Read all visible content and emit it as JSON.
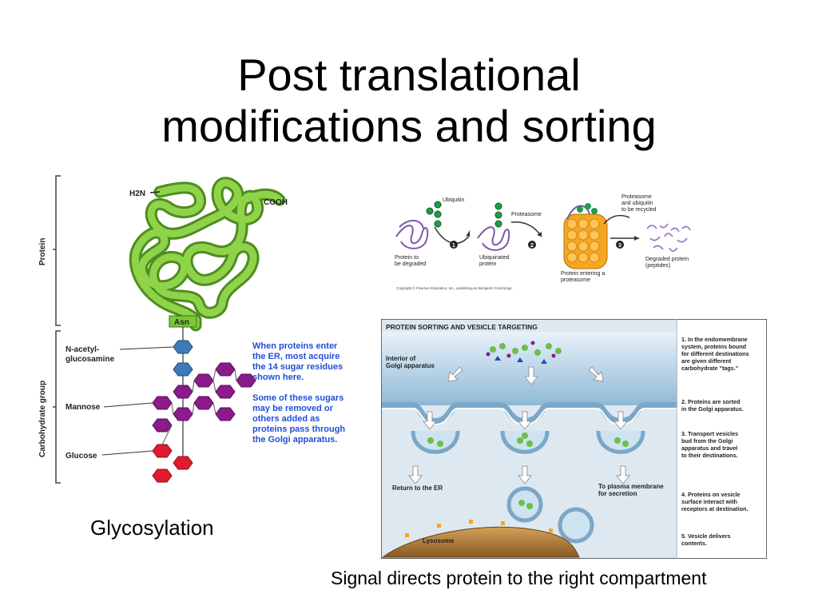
{
  "slide": {
    "title_line1": "Post translational",
    "title_line2": "modifications and sorting",
    "caption_left": "Glycosylation",
    "caption_right": "Signal directs protein to the right compartment"
  },
  "glyco": {
    "axis_protein": "Protein",
    "axis_carb": "Carbohydrate group",
    "h2n": "H2N",
    "cooh": "COOH",
    "asn": "Asn",
    "nacetyl_1": "N-acetyl-",
    "nacetyl_2": "glucosamine",
    "mannose": "Mannose",
    "glucose": "Glucose",
    "note1": [
      "When proteins enter",
      "the ER, most acquire",
      "the 14 sugar residues",
      "shown here."
    ],
    "note2": [
      "Some of these sugars",
      "may be removed or",
      "others added as",
      "proteins pass through",
      "the Golgi apparatus."
    ],
    "colors": {
      "chain": "#7cc63a",
      "nacetyl": "#3d7ab8",
      "mannose": "#8b1a8b",
      "glucose": "#e01b2e"
    }
  },
  "proteasome": {
    "ubiquitin": "Ubiquitin",
    "proteasome": "Proteasome",
    "recycled_1": "Proteasome",
    "recycled_2": "and ubiquitin",
    "recycled_3": "to be recycled",
    "step1": "1",
    "step2": "2",
    "step3": "3",
    "protein_degraded_1": "Protein to",
    "protein_degraded_2": "be degraded",
    "ubiquinated_1": "Ubiquinated",
    "ubiquinated_2": "protein",
    "entering_1": "Protein entering a",
    "entering_2": "proteasome",
    "degraded_1": "Degraded protein",
    "degraded_2": "(peptides)",
    "copyright": "Copyright © Pearson Education, Inc., publishing as Benjamin Cummings."
  },
  "sorting": {
    "header": "PROTEIN SORTING AND VESICLE TARGETING",
    "interior_1": "Interior of",
    "interior_2": "Golgi apparatus",
    "return_er": "Return to the ER",
    "plasma_1": "To plasma membrane",
    "plasma_2": "for secretion",
    "lysosome": "Lysosome",
    "steps": [
      [
        "1. In the endomembrane",
        "system, proteins bound",
        "for different destinations",
        "are given different",
        "carbohydrate \"tags.\""
      ],
      [
        "2. Proteins are sorted",
        "in the Golgi apparatus."
      ],
      [
        "3. Transport vesicles",
        "bud from the Golgi",
        "apparatus and travel",
        "to their destinations."
      ],
      [
        "4. Proteins on vesicle",
        "surface interact with",
        "receptors at destination."
      ],
      [
        "5. Vesicle delivers",
        "contents."
      ]
    ]
  }
}
